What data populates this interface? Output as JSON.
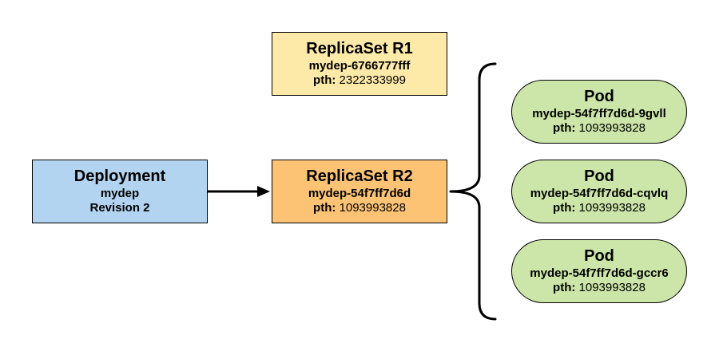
{
  "colors": {
    "deployment_fill": "#b3d4f0",
    "replicaset_old_fill": "#fdeaa9",
    "replicaset_new_fill": "#fcc374",
    "pod_fill": "#cce5a8",
    "stroke": "#000000"
  },
  "deployment": {
    "title": "Deployment",
    "name": "mydep",
    "revision": "Revision 2"
  },
  "replicaset_old": {
    "title": "ReplicaSet R1",
    "name": "mydep-6766777fff",
    "pth_label": "pth:",
    "pth_value": "2322333999"
  },
  "replicaset_new": {
    "title": "ReplicaSet R2",
    "name": "mydep-54f7ff7d6d",
    "pth_label": "pth:",
    "pth_value": "1093993828"
  },
  "pods": [
    {
      "title": "Pod",
      "name": "mydep-54f7ff7d6d-9gvll",
      "pth_label": "pth:",
      "pth_value": "1093993828"
    },
    {
      "title": "Pod",
      "name": "mydep-54f7ff7d6d-cqvlq",
      "pth_label": "pth:",
      "pth_value": "1093993828"
    },
    {
      "title": "Pod",
      "name": "mydep-54f7ff7d6d-gccr6",
      "pth_label": "pth:",
      "pth_value": "1093993828"
    }
  ]
}
